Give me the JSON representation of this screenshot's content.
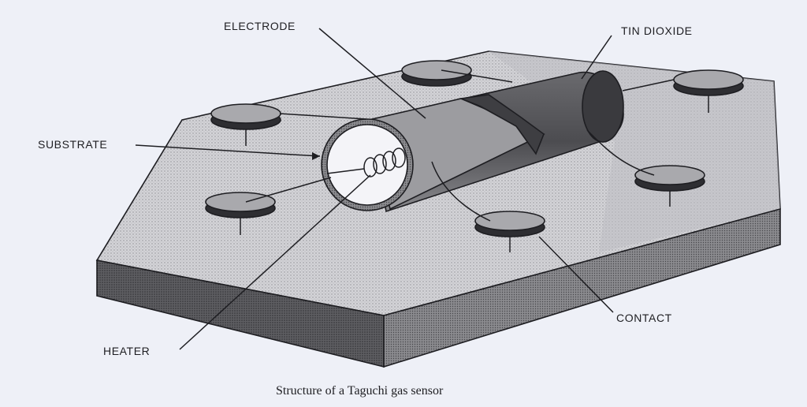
{
  "labels": {
    "electrode": "ELECTRODE",
    "tin_dioxide": "TIN DIOXIDE",
    "substrate": "SUBSTRATE",
    "heater": "HEATER",
    "contact": "CONTACT"
  },
  "caption": "Structure of a Taguchi gas sensor",
  "colors": {
    "background": "#eef0f7",
    "ink": "#1e1e22",
    "top_face": "#cdcdd1",
    "side_face": "#6e6e72",
    "tube": "#5a5a5e",
    "contact_top": "#a9a9ad"
  }
}
